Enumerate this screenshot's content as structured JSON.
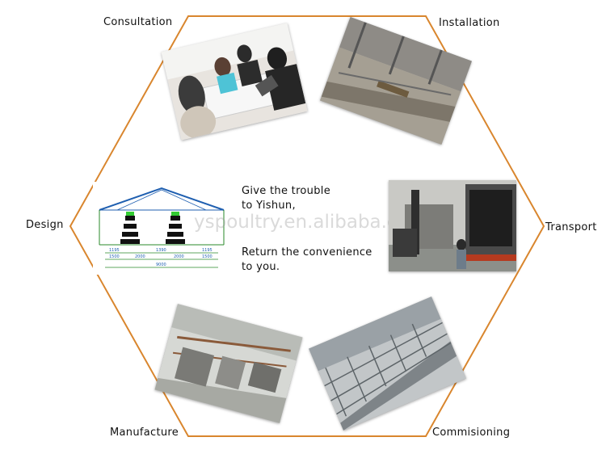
{
  "diagram": {
    "hexagon_color": "#d9862e",
    "steps": {
      "consultation": "Consultation",
      "installation": "Installation",
      "design": "Design",
      "transport": "Transport",
      "manufacture": "Manufacture",
      "commissioning": "Commisioning"
    },
    "center_text": {
      "line1": "Give the trouble",
      "line2": "to Yishun,",
      "line3": "Return the convenience",
      "line4": "to you."
    },
    "watermark": "yspoultry.en.alibaba.com",
    "design_drawing": {
      "dims_top": [
        "1195",
        "1390",
        "1195"
      ],
      "dims_mid": [
        "1500",
        "2000",
        "2000",
        "1500"
      ],
      "dim_total": "9000"
    }
  }
}
